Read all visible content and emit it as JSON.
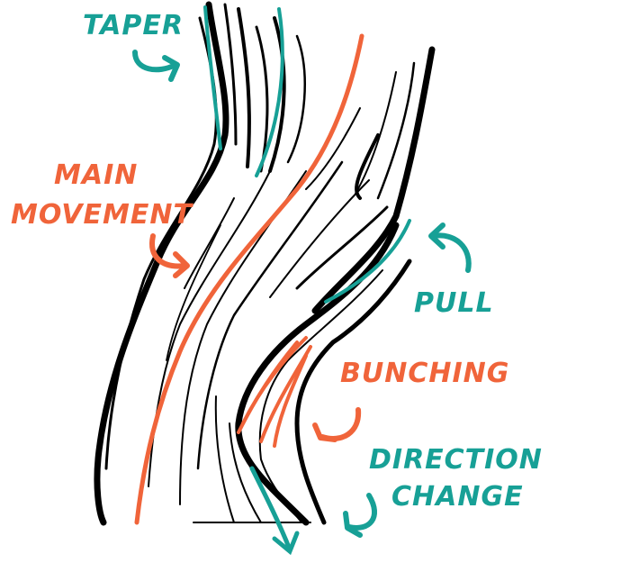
{
  "labels": {
    "taper": "TAPER",
    "main_movement_line1": "MAIN",
    "main_movement_line2": "MOVEMENT",
    "pull": "PULL",
    "bunching": "BUNCHING",
    "direction_change_line1": "DIRECTION",
    "direction_change_line2": "CHANGE"
  },
  "colors": {
    "teal": "#17a096",
    "orange": "#f0643a",
    "ink": "#000000"
  }
}
